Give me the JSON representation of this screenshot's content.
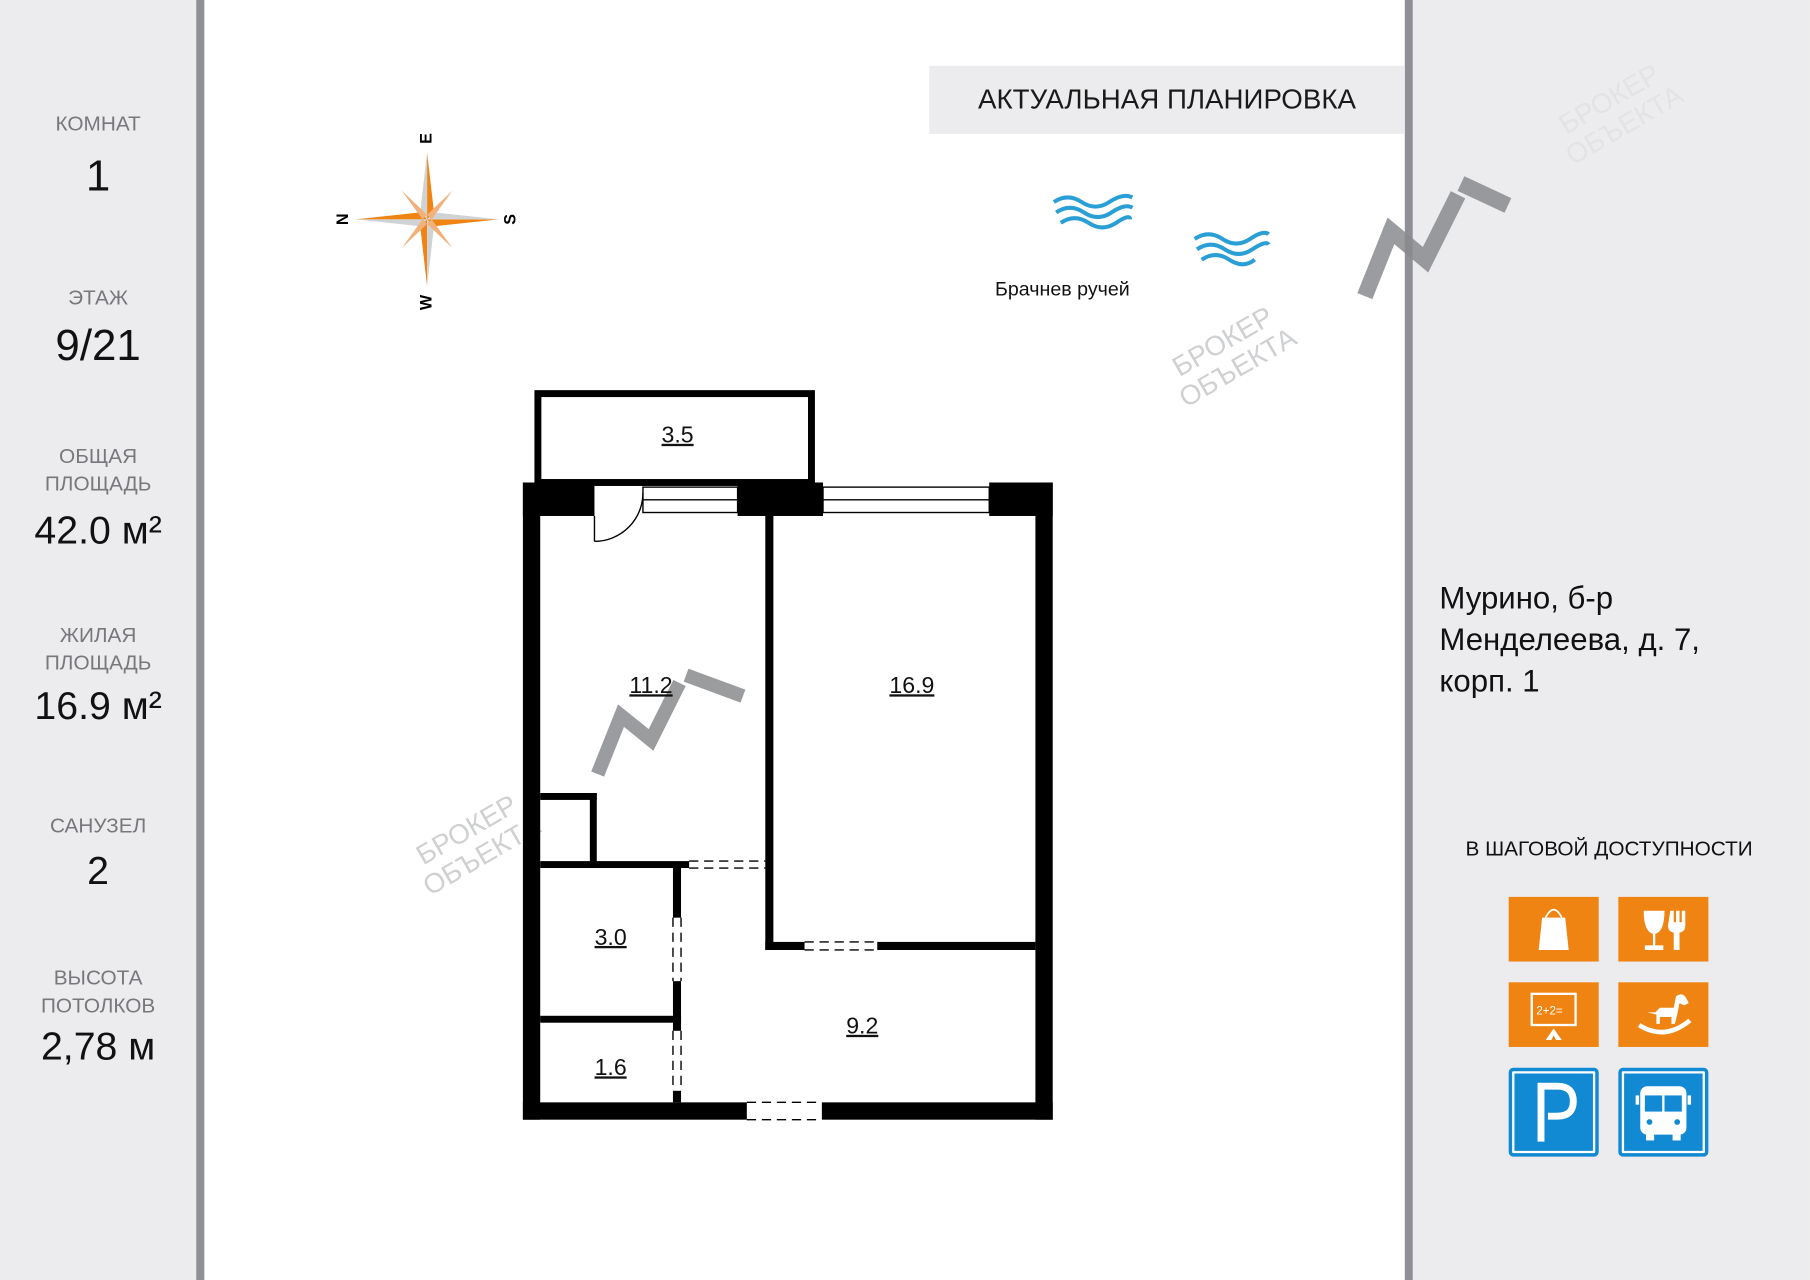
{
  "sidebar": {
    "rooms_label": "КОМНАТ",
    "rooms_value": "1",
    "floor_label": "ЭТАЖ",
    "floor_value": "9/21",
    "total_area_label_1": "ОБЩАЯ",
    "total_area_label_2": "ПЛОЩАДЬ",
    "total_area_value": "42.0 м²",
    "living_area_label_1": "ЖИЛАЯ",
    "living_area_label_2": "ПЛОЩАДЬ",
    "living_area_value": "16.9 м²",
    "bathroom_label": "САНУЗЕЛ",
    "bathroom_value": "2",
    "ceiling_label_1": "ВЫСОТА",
    "ceiling_label_2": "ПОТОЛКОВ",
    "ceiling_value": "2,78 м"
  },
  "header": {
    "title": "АКТУАЛЬНАЯ ПЛАНИРОВКА"
  },
  "compass": {
    "n": "N",
    "e": "E",
    "s": "S",
    "w": "W"
  },
  "landmark": {
    "river": "Брачнев ручей"
  },
  "plan": {
    "rooms": [
      "3.5",
      "11.2",
      "16.9",
      "3.0",
      "9.2",
      "1.6"
    ]
  },
  "address": {
    "line1": "Мурино, б-р",
    "line2": "Менделеева, д. 7,",
    "line3": "корп. 1"
  },
  "nearby": {
    "title": "В ШАГОВОЙ ДОСТУПНОСТИ",
    "icons": [
      "shopping-bag-icon",
      "restaurant-icon",
      "school-icon",
      "kindergarten-icon",
      "parking-icon",
      "bus-icon"
    ],
    "school_board_text": "2+2="
  },
  "watermark": {
    "text_1": "БРОКЕР",
    "text_2": "ОБЪЕКТА"
  },
  "colors": {
    "accent_orange": "#ef8412",
    "sign_blue": "#1189d3",
    "panel_gray": "#ececee",
    "divider": "#8f9095"
  }
}
